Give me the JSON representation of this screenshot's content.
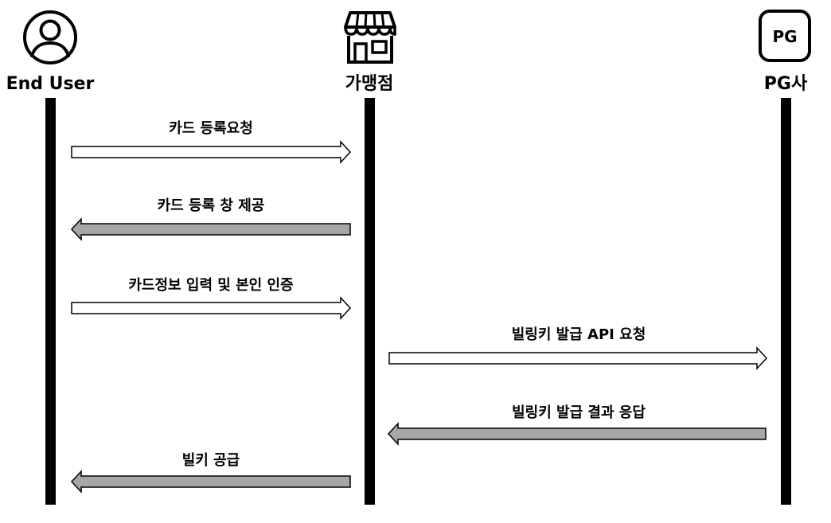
{
  "actors": [
    {
      "id": "end-user",
      "label": "End User",
      "icon": "user-icon"
    },
    {
      "id": "merchant",
      "label": "가맹점",
      "icon": "store-icon"
    },
    {
      "id": "pg",
      "label": "PG사",
      "icon": "pg-badge-icon",
      "badge_text": "PG"
    }
  ],
  "messages": [
    {
      "label": "카드 등록요청",
      "from": "end-user",
      "to": "merchant",
      "style": "request"
    },
    {
      "label": "카드 등록 창 제공",
      "from": "merchant",
      "to": "end-user",
      "style": "response"
    },
    {
      "label": "카드정보 입력 및 본인 인증",
      "from": "end-user",
      "to": "merchant",
      "style": "request"
    },
    {
      "label": "빌링키 발급 API 요청",
      "from": "merchant",
      "to": "pg",
      "style": "request"
    },
    {
      "label": "빌링키 발급 결과 응답",
      "from": "pg",
      "to": "merchant",
      "style": "response"
    },
    {
      "label": "빌키 공급",
      "from": "merchant",
      "to": "end-user",
      "style": "response"
    }
  ],
  "colors": {
    "lifeline": "#000000",
    "request_fill": "#ffffff",
    "response_fill": "#a6a6a6",
    "stroke": "#000000"
  }
}
